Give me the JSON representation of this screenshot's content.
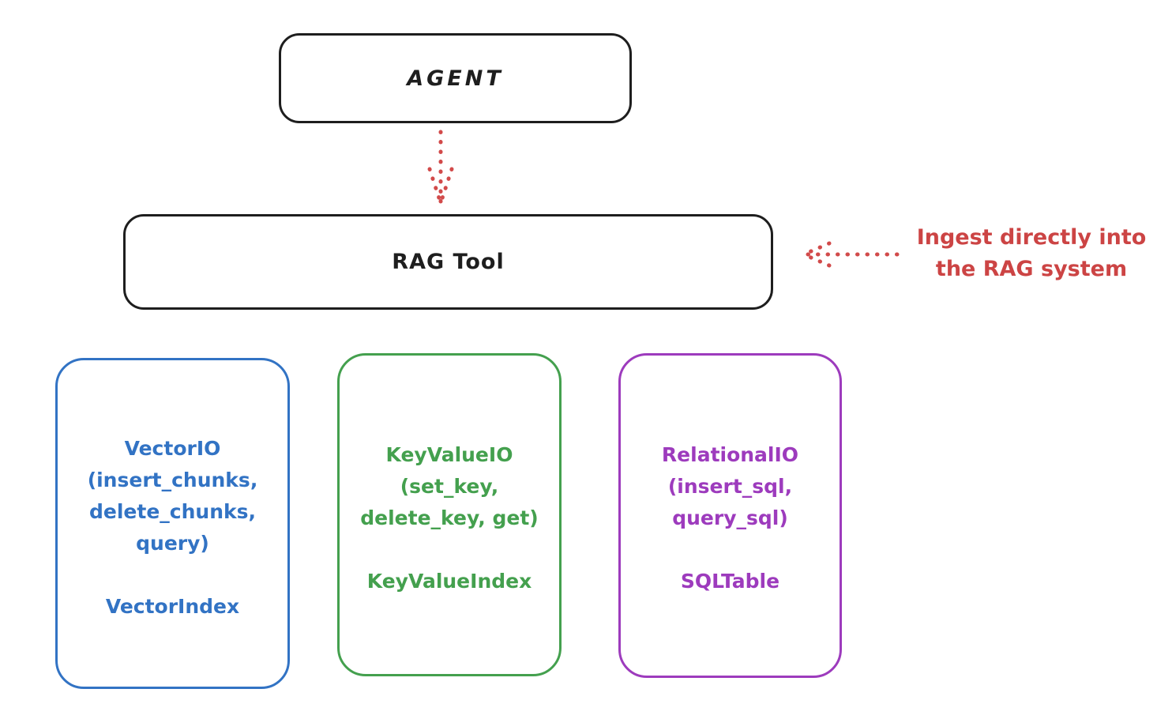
{
  "diagram": {
    "background_color": "#ffffff",
    "stroke_color_black": "#1e1e1e",
    "accent_red": "#cc4444",
    "accent_blue": "#3273c4",
    "accent_green": "#44a04e",
    "accent_purple": "#9d3bbd"
  },
  "agent_box": {
    "label": "AGENT"
  },
  "rag_tool_box": {
    "label": "RAG Tool"
  },
  "annotation": {
    "line1": "Ingest directly into",
    "line2": "the RAG system",
    "color": "#cc4444"
  },
  "arrows": {
    "agent_to_ragtool": {
      "style": "dotted",
      "direction": "down",
      "color": "#cc4444"
    },
    "annotation_to_ragtool": {
      "style": "dotted",
      "direction": "left",
      "color": "#cc4444"
    }
  },
  "storage_boxes": {
    "vector": {
      "color": "#3273c4",
      "lines": [
        "VectorIO",
        "(insert_chunks,",
        "delete_chunks,",
        "query)"
      ],
      "index_label": "VectorIndex"
    },
    "keyvalue": {
      "color": "#44a04e",
      "lines": [
        "KeyValueIO",
        "(set_key,",
        "delete_key, get)"
      ],
      "index_label": "KeyValueIndex"
    },
    "relational": {
      "color": "#9d3bbd",
      "lines": [
        "RelationalIO",
        "(insert_sql,",
        "query_sql)"
      ],
      "index_label": "SQLTable"
    }
  }
}
